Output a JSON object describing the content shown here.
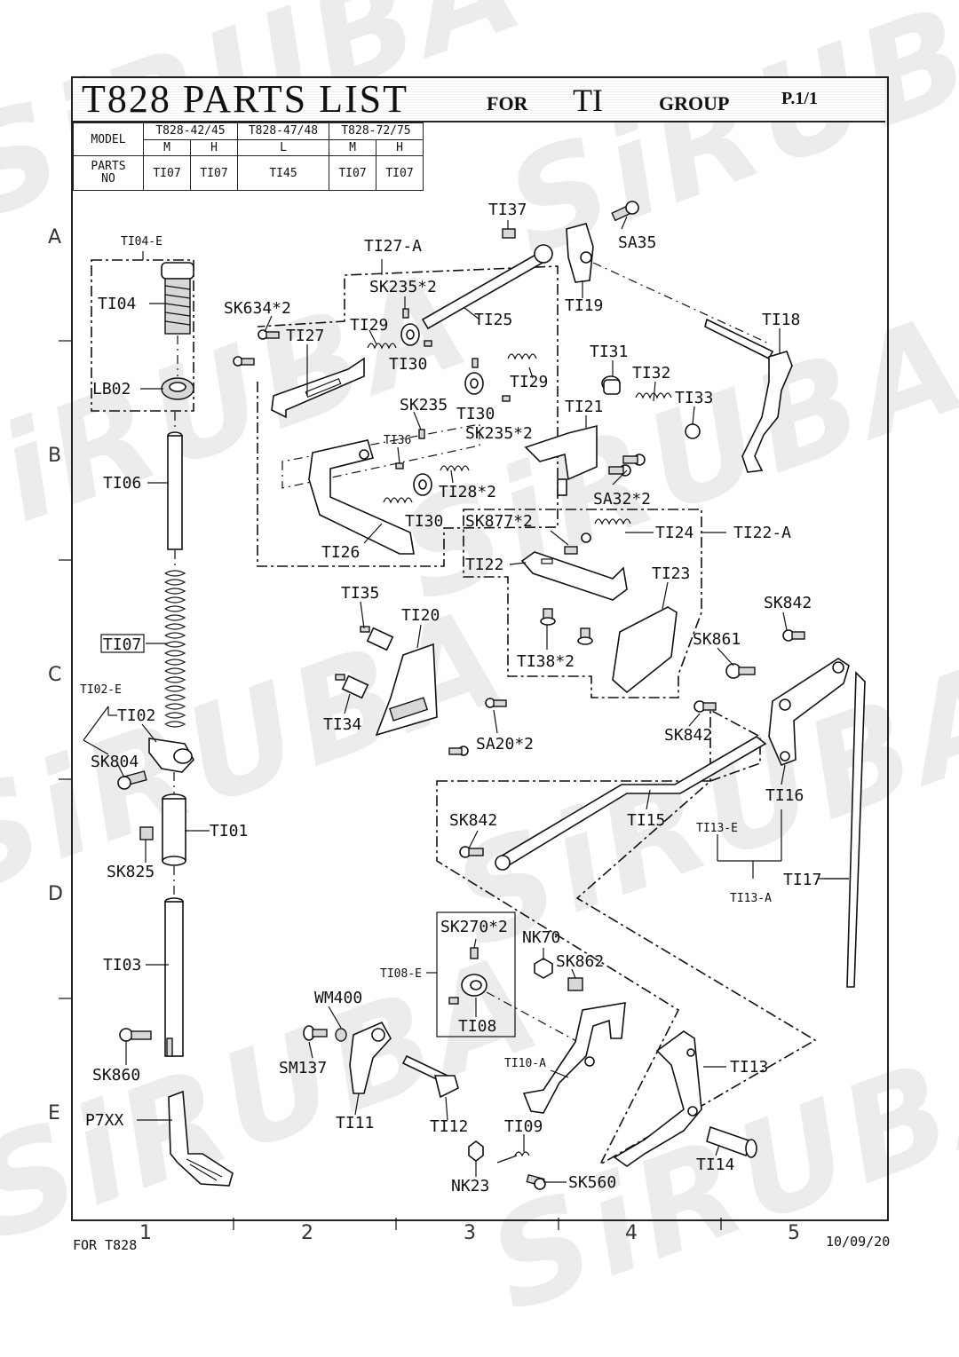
{
  "header": {
    "model_code": "T828",
    "title_text": "PARTS LIST",
    "for_label": "FOR",
    "group_code": "TI",
    "group_label": "GROUP",
    "page": "P.1/1"
  },
  "model_table": {
    "model_label": "MODEL",
    "parts_label_line1": "PARTS",
    "parts_label_line2": "NO",
    "models": [
      "T828-42/45",
      "T828-47/48",
      "T828-72/75"
    ],
    "subtypes": [
      "M",
      "H",
      "L",
      "M",
      "H"
    ],
    "parts": [
      "TI07",
      "TI07",
      "TI45",
      "TI07",
      "TI07"
    ]
  },
  "watermark": "SiRUBA",
  "grid": {
    "rows": [
      "A",
      "B",
      "C",
      "D",
      "E"
    ],
    "cols": [
      "1",
      "2",
      "3",
      "4",
      "5"
    ]
  },
  "labels": {
    "TI04E": "TI04-E",
    "TI04": "TI04",
    "LB02": "LB02",
    "TI06": "TI06",
    "TI07": "TI07",
    "TI02E": "TI02-E",
    "TI02": "TI02",
    "SK804": "SK804",
    "TI01": "TI01",
    "SK825": "SK825",
    "TI03": "TI03",
    "SK860": "SK860",
    "P7XX": "P7XX",
    "TI37": "TI37",
    "SA35": "SA35",
    "TI27A": "TI27-A",
    "SK235x2a": "SK235*2",
    "SK634x2": "SK634*2",
    "TI27": "TI27",
    "TI29a": "TI29",
    "TI25": "TI25",
    "TI19": "TI19",
    "TI18": "TI18",
    "TI30a": "TI30",
    "TI29b": "TI29",
    "TI31": "TI31",
    "TI32": "TI32",
    "TI33": "TI33",
    "SK235": "SK235",
    "TI30b": "TI30",
    "SK235x2b": "SK235*2",
    "TI21": "TI21",
    "TI36": "TI36",
    "TI28x2": "TI28*2",
    "TI30c": "TI30",
    "TI26": "TI26",
    "SA32x2": "SA32*2",
    "SK877x2": "SK877*2",
    "TI24": "TI24",
    "TI22A": "TI22-A",
    "TI22": "TI22",
    "TI23": "TI23",
    "TI38x2": "TI38*2",
    "TI35": "TI35",
    "TI20": "TI20",
    "TI34": "TI34",
    "SA20x2": "SA20*2",
    "SK842a": "SK842",
    "SK861": "SK861",
    "SK842b": "SK842",
    "TI15": "TI15",
    "TI16": "TI16",
    "SK842c": "SK842",
    "TI13E": "TI13-E",
    "TI13A": "TI13-A",
    "TI17": "TI17",
    "SK270x2": "SK270*2",
    "NK70": "NK70",
    "SK862": "SK862",
    "TI08E": "TI08-E",
    "TI08": "TI08",
    "WM400": "WM400",
    "SM137": "SM137",
    "TI11": "TI11",
    "TI12": "TI12",
    "TI10A": "TI10-A",
    "TI13": "TI13",
    "TI09": "TI09",
    "NK23": "NK23",
    "SK560": "SK560",
    "TI14": "TI14"
  },
  "footer": {
    "left": "FOR T828",
    "date": "10/09/20"
  }
}
